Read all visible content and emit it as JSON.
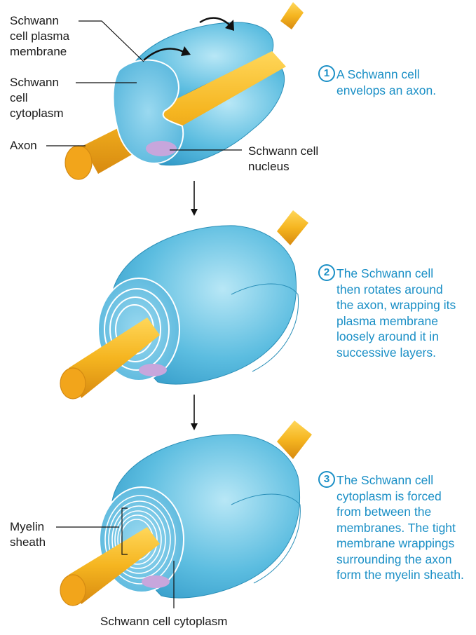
{
  "labels": {
    "schwann_plasma_membrane": "Schwann\ncell plasma\nmembrane",
    "schwann_cytoplasm_top": "Schwann\ncell\ncytoplasm",
    "axon": "Axon",
    "schwann_nucleus": "Schwann cell\nnucleus",
    "myelin_sheath": "Myelin\nsheath",
    "schwann_cytoplasm_bottom": "Schwann cell cytoplasm"
  },
  "steps": [
    {
      "number": "1",
      "text": "A Schwann cell\nenvelops an axon."
    },
    {
      "number": "2",
      "text": "The Schwann cell\nthen rotates around\nthe axon, wrapping its\nplasma membrane\nloosely around it in\nsuccessive layers."
    },
    {
      "number": "3",
      "text": "The Schwann cell\ncytoplasm is forced\nfrom between the\nmembranes. The tight\nmembrane wrappings\nsurrounding the axon\nform the myelin sheath."
    }
  ],
  "colors": {
    "axon": "#f5b520",
    "schwann_cell": "#5cbde0",
    "nucleus": "#c7a6dc",
    "step_text": "#1a8fc6"
  }
}
